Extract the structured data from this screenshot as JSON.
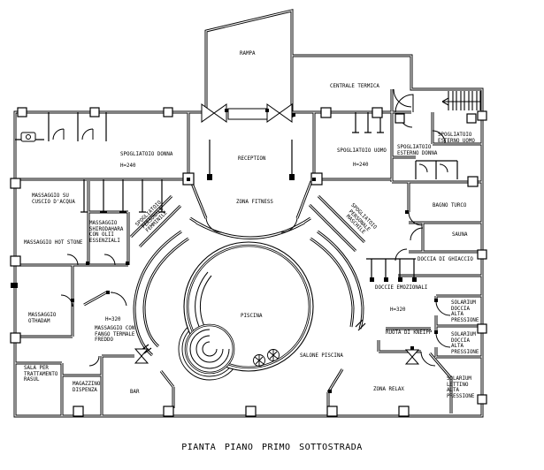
{
  "title": "PIANTA PIANO PRIMO SOTTOSTRADA",
  "colors": {
    "line": "#000000",
    "background": "#ffffff"
  },
  "labels": {
    "rampa": "RAMPA",
    "centrale_termica": "CENTRALE TERMICA",
    "spogliatoio_donna": "SPOGLIATOIO DONNA",
    "h240_donna": "H=240",
    "reception": "RECEPTION",
    "zona_fitness": "ZONA FITNESS",
    "spogliatoio_uomo": "SPOGLIATOIO UOMO",
    "h240_uomo": "H=240",
    "spogliatoio_esterno_uomo": "SPOGLIATOIO\nESTERNO UOMO",
    "spogliatoio_esterno_donna": "SPOGLIATOIO\nESTERNO DONNA",
    "bagno_turco": "BAGNO TURCO",
    "sauna": "SAUNA",
    "doccia_di_ghiaccio": "DOCCIA DI GHIACCIO",
    "doccie_emozionali": "DOCCIE EMOZIONALI",
    "h320_destra": "H=320",
    "ruota_di_kneipp": "RUOTA DI KNEIPP",
    "solarium_doccia_1": "SOLARIUM\nDOCCIA\nALTA\nPRESSIONE",
    "solarium_doccia_2": "SOLARIUM\nDOCCIA\nALTA\nPRESSIONE",
    "solarium_lettino": "SOLARIUM\nLETTINO\nALTA\nPRESSIONE",
    "zona_relax": "ZONA RELAX",
    "massaggio_cuscio": "MASSAGGIO SU\nCUSCIO D'ACQUA",
    "massaggio_hot_stone": "MASSAGGIO HOT STONE",
    "massaggio_shirodahara": "MASSAGGIO\nSHIRODAHARA\nCON OLII\nESSENZIALI",
    "massaggio_othadam": "MASSAGGIO\nOTHADAM",
    "h320_sinistra": "H=320",
    "massaggio_fango": "MASSAGGIO CON\nFANGO TERMALE\nFREDDO",
    "sala_rasul": "SALA PER\nTRATTAMENTO\nRASUL",
    "magazzino_dispenza": "MAGAZZINO\nDISPENZA",
    "bar": "BAR",
    "piscina": "PISCINA",
    "salone_piscina": "SALONE PISCINA",
    "spogliatoio_personale_femminile": "SPOGLIATOIO\nPERSONALE\nFEMMINILE",
    "spogliatoio_personale_maschile": "SPOGLIATOIO\nPERSONALE\nMASCHILE",
    "caption": "PIANTA PIANO PRIMO SOTTOSTRADA"
  }
}
